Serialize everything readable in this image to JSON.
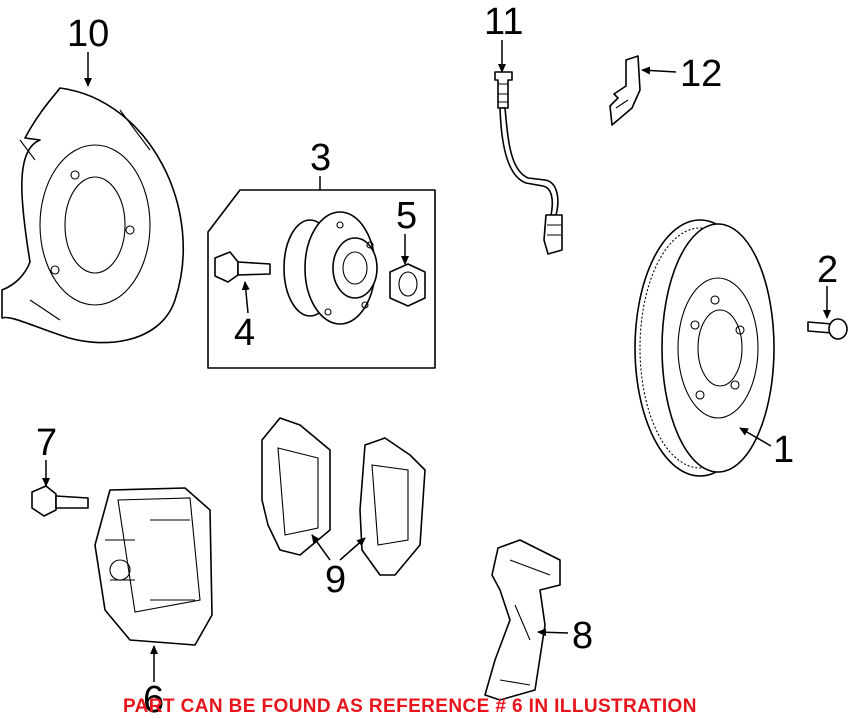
{
  "callouts": {
    "c1": "1",
    "c2": "2",
    "c3": "3",
    "c4": "4",
    "c5": "5",
    "c6": "6",
    "c7": "7",
    "c8": "8",
    "c9": "9",
    "c10": "10",
    "c11": "11",
    "c12": "12"
  },
  "footnote": "PART CAN BE FOUND AS REFERENCE # 6 IN ILLUSTRATION",
  "colors": {
    "footnote_red": "#e8141b",
    "line": "#000000"
  }
}
